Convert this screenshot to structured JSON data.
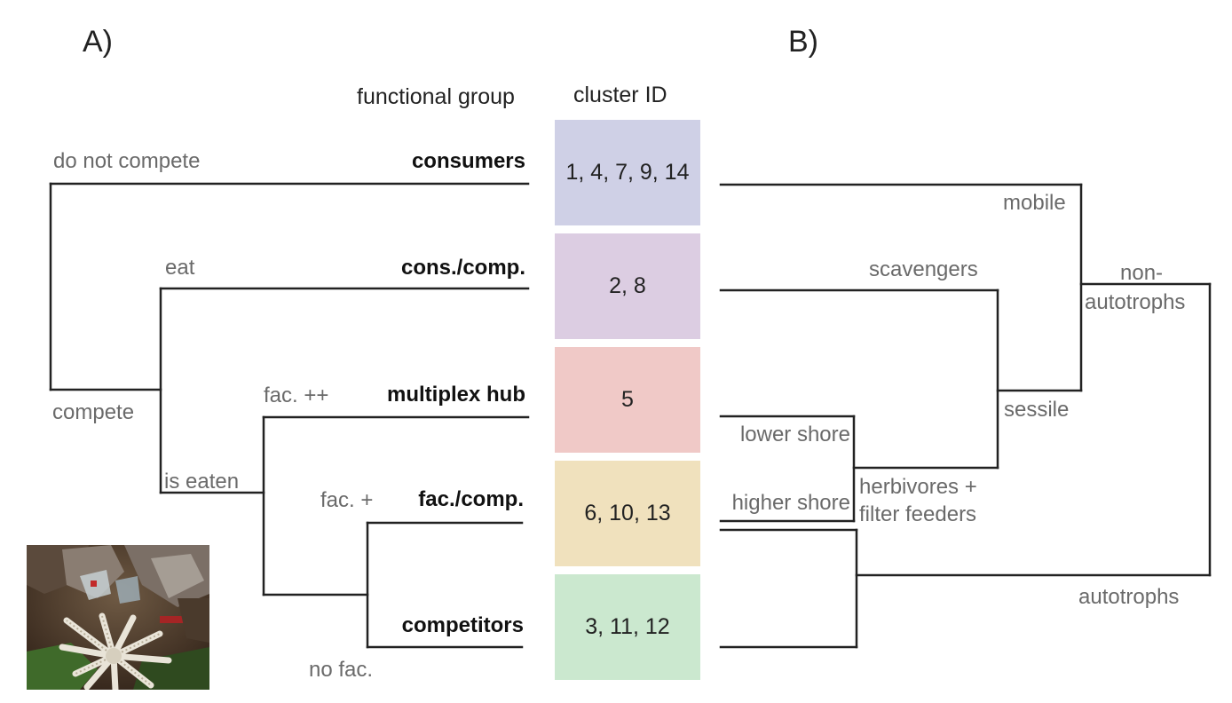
{
  "panels": {
    "a": "A)",
    "b": "B)"
  },
  "headers": {
    "functional_group": "functional group",
    "cluster_id": "cluster ID"
  },
  "groups": [
    {
      "name": "consumers",
      "clusters": "1, 4, 7, 9, 14",
      "color": "#cfd0e6"
    },
    {
      "name": "cons./comp.",
      "clusters": "2, 8",
      "color": "#dccde2"
    },
    {
      "name": "multiplex hub",
      "clusters": "5",
      "color": "#f0c9c7"
    },
    {
      "name": "fac./comp.",
      "clusters": "6, 10, 13",
      "color": "#f0e1bd"
    },
    {
      "name": "competitors",
      "clusters": "3, 11, 12",
      "color": "#cbe8cf"
    }
  ],
  "left_tree_labels": {
    "do_not_compete": "do not compete",
    "compete": "compete",
    "eat": "eat",
    "is_eaten": "is eaten",
    "fac_pp": "fac. ++",
    "fac_p": "fac. +",
    "no_fac": "no fac."
  },
  "right_tree_labels": {
    "mobile": "mobile",
    "scavengers": "scavengers",
    "sessile": "sessile",
    "lower_shore": "lower shore",
    "higher_shore": "higher shore",
    "herbivores_1": "herbivores +",
    "herbivores_2": "filter feeders",
    "non_1": "non-",
    "non_2": "autotrophs",
    "autotrophs": "autotrophs"
  },
  "photo": {
    "subject": "sea star on rocky shore"
  }
}
